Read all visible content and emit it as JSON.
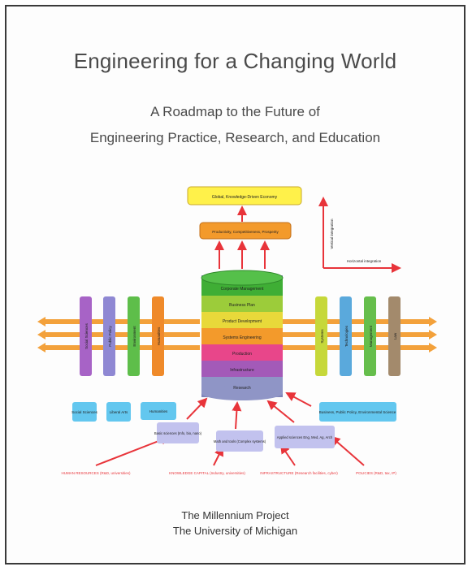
{
  "document": {
    "title": "Engineering for a Changing World",
    "subtitle_line1": "A Roadmap to the Future of",
    "subtitle_line2": "Engineering Practice, Research, and Education",
    "footer_line1": "The Millennium Project",
    "footer_line2": "The University of Michigan"
  },
  "diagram": {
    "top_box": "Global, Knowledge-Driven Economy",
    "second_box": "Productivity, Competitiveness, Prosperity",
    "vertical_axis_label": "Vertical integration",
    "horizontal_axis_label": "Horizontal integration",
    "cylinder_layers": [
      "Corporate Management",
      "Business Plan",
      "Product Development",
      "Systems Engineering",
      "Production",
      "Infrastructure",
      "Research"
    ],
    "left_bars": [
      "Social Sciences",
      "Public Policy",
      "Environment",
      "Humanities"
    ],
    "right_bars": [
      "Systems",
      "Technologies",
      "Management",
      "Law"
    ],
    "bottom_left_boxes": [
      "Social Sciences",
      "Liberal Arts",
      "Humanities"
    ],
    "bottom_right_box": "Business, Public Policy, Environmental Science",
    "input_boxes": [
      "Basic sciences (Info, bio, nano)",
      "Math and tools (Complex systems)",
      "Applied sciences Eng, Med, Ag, Arch"
    ],
    "bottom_inputs": [
      "HUMAN RESOURCES (R&D, universities)",
      "KNOWLEDGE CAPITAL (Industry, universities)",
      "INFRASTRUCTURE (Research facilities, cyber)",
      "POLICIES (R&D, tax, IP)"
    ]
  },
  "colors": {
    "layers": [
      "#3fae35",
      "#9ccc3a",
      "#e8d93a",
      "#f39a2b",
      "#e8468a",
      "#a35ab8",
      "#8f95c6"
    ],
    "left_bars": [
      "#a763c6",
      "#8f88d3",
      "#5ebe4a",
      "#ef8a2a"
    ],
    "right_bars": [
      "#c6d83a",
      "#5aa9dc",
      "#66be4c",
      "#a38a6c"
    ],
    "orange_arrow": "#f3a13b",
    "red_arrow": "#e8343a",
    "cyan_box": "#63c7ef",
    "lavender_box": "#c2c2ee",
    "yellow_box": "#fff14a"
  }
}
